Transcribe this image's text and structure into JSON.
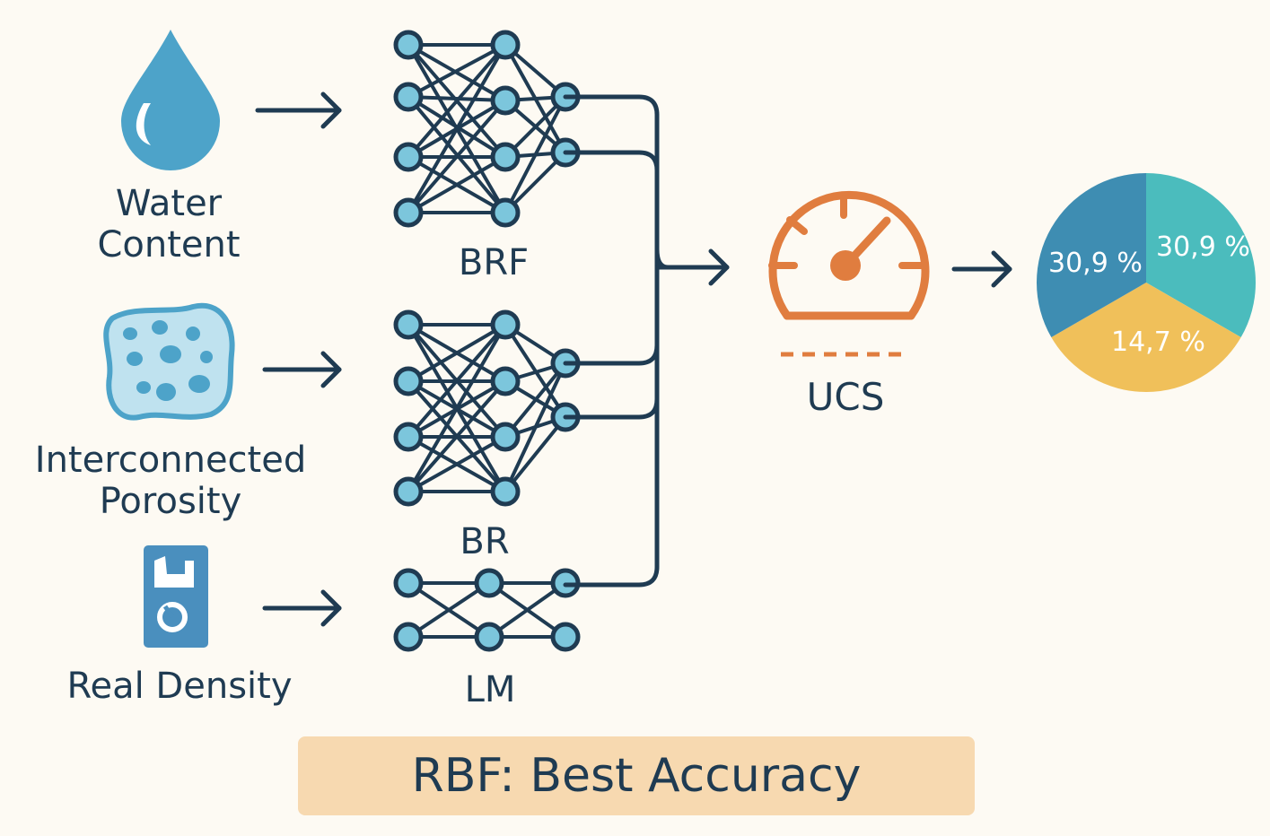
{
  "inputs": [
    {
      "label": "Water\nContent",
      "icon": "water-drop-icon"
    },
    {
      "label": "Interconnected\nPorosity",
      "icon": "porous-rock-icon"
    },
    {
      "label": "Real Density",
      "icon": "density-meter-icon"
    }
  ],
  "models": [
    {
      "label": "BRF",
      "icon": "neural-network-icon"
    },
    {
      "label": "BR",
      "icon": "neural-network-icon"
    },
    {
      "label": "LM",
      "icon": "neural-network-icon"
    }
  ],
  "output": {
    "label": "UCS",
    "icon": "gauge-icon"
  },
  "pie": {
    "slices": [
      {
        "label": "30,9 %",
        "color": "#4bbcbd"
      },
      {
        "label": "14,7 %",
        "color": "#f0c05a"
      },
      {
        "label": "30,9 %",
        "color": "#3e8db2"
      }
    ]
  },
  "conclusion": "RBF: Best Accuracy",
  "colors": {
    "line": "#1f3b52",
    "node": "#7cc6dc",
    "water": "#4da3c9",
    "rock": "#bfe2ef",
    "rock_hole": "#4da3c9",
    "density": "#4a8fbe",
    "gauge": "#e07d3f",
    "banner": "#f7d9b0"
  }
}
